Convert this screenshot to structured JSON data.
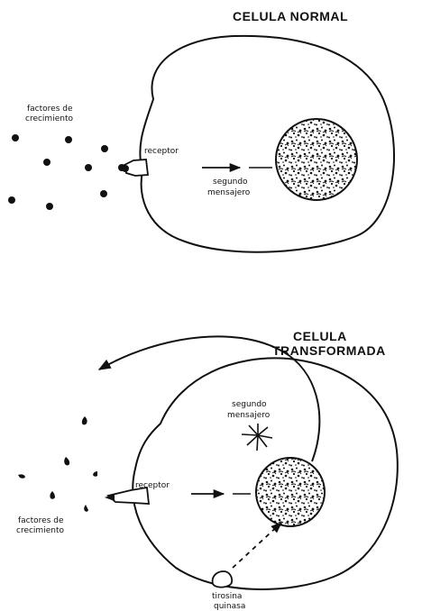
{
  "top": {
    "title": "CELULA NORMAL",
    "label_factors_line1": "factores de",
    "label_factors_line2": "crecimiento",
    "label_receptor": "receptor",
    "label_messenger_line1": "segundo",
    "label_messenger_line2": "mensajero"
  },
  "bottom": {
    "title_line1": "CELULA",
    "title_line2": "TRANSFORMADA",
    "label_messenger_line1": "segundo",
    "label_messenger_line2": "mensajero",
    "label_receptor": "receptor",
    "label_factors_line1": "factores de",
    "label_factors_line2": "crecimiento",
    "label_kinase_line1": "tirosina",
    "label_kinase_line2": "quinasa"
  },
  "colors": {
    "ink": "#111111",
    "background": "#ffffff"
  }
}
